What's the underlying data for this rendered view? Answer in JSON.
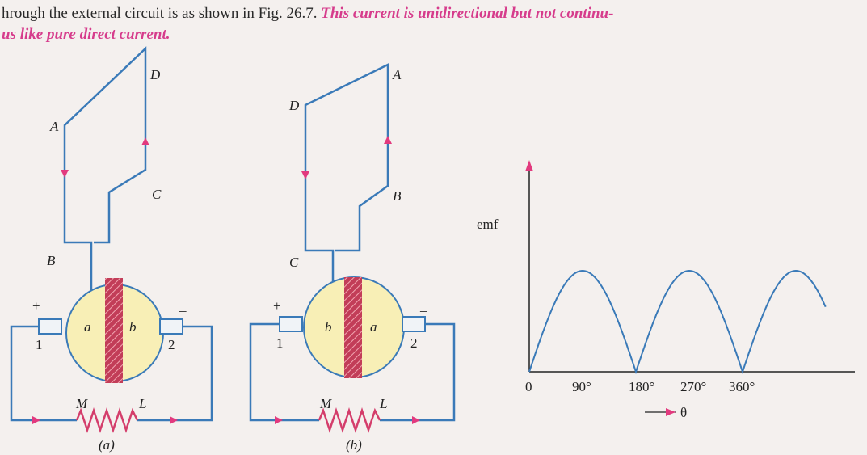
{
  "headline": {
    "line1_plain": "hrough the external circuit is as shown in Fig. 26.7.",
    "line1_emph": "This current is unidirectional but not continu-",
    "line2_emph": "us like pure direct current."
  },
  "figure_a": {
    "caption": "(a)",
    "terminals": {
      "A": "A",
      "B": "B",
      "C": "C",
      "D": "D"
    },
    "left_half": "a",
    "right_half": "b",
    "brush_left": "1",
    "brush_right": "2",
    "plus": "+",
    "minus": "_",
    "load_left": "M",
    "load_right": "L"
  },
  "figure_b": {
    "caption": "(b)",
    "terminals": {
      "A": "A",
      "B": "B",
      "C": "C",
      "D": "D"
    },
    "left_half": "b",
    "right_half": "a",
    "brush_left": "1",
    "brush_right": "2",
    "plus": "+",
    "minus": "_",
    "load_left": "M",
    "load_right": "L"
  },
  "waveform": {
    "ylabel": "emf",
    "x_ticks": [
      "0",
      "90°",
      "180°",
      "270°",
      "360°"
    ],
    "x_arrow_label": "θ"
  },
  "chart_data": {
    "type": "line",
    "xlabel": "θ",
    "ylabel": "emf",
    "x_ticks": [
      "0",
      "90°",
      "180°",
      "270°",
      "360°"
    ],
    "series": [
      {
        "x": [
          0,
          45,
          90,
          135,
          180,
          225,
          270,
          315,
          360,
          405,
          450
        ],
        "values": [
          0,
          0.71,
          1,
          0.71,
          0,
          0.71,
          1,
          0.71,
          0,
          0.71,
          1
        ]
      }
    ],
    "accent": "#d63c8c",
    "line_color": "#3a7ab8"
  }
}
